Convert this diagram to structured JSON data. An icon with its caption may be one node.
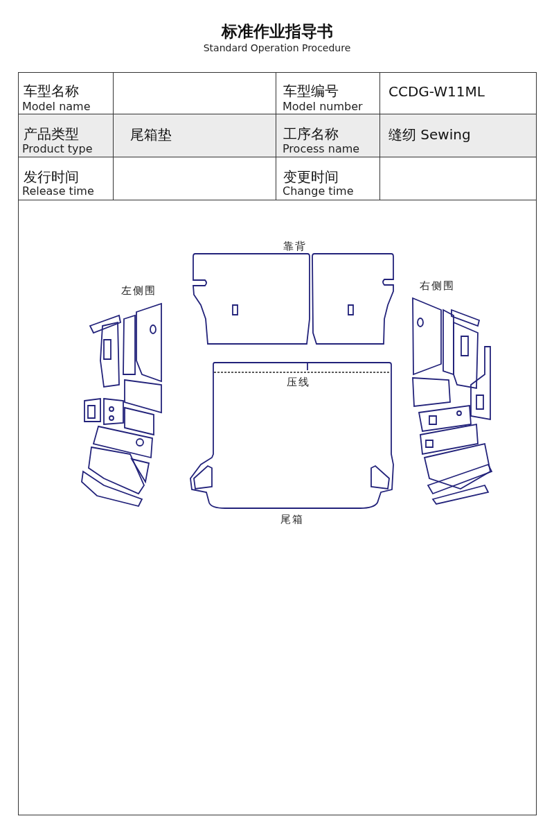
{
  "diagram": {
    "title": "标准作业指导书",
    "labels": [
      "Standard Operation Procedure",
      "车型名称",
      "Model name",
      "车型编号",
      "Model number",
      "CCDG-W11ML",
      "产品类型",
      "Product type",
      "尾箱垫",
      "工序名称",
      "Process name",
      "缝纫 Sewing",
      "发行时间",
      "Release time",
      "变更时间",
      "Change time",
      "靠背",
      "左侧围",
      "右侧围",
      "压线",
      "尾箱"
    ]
  }
}
